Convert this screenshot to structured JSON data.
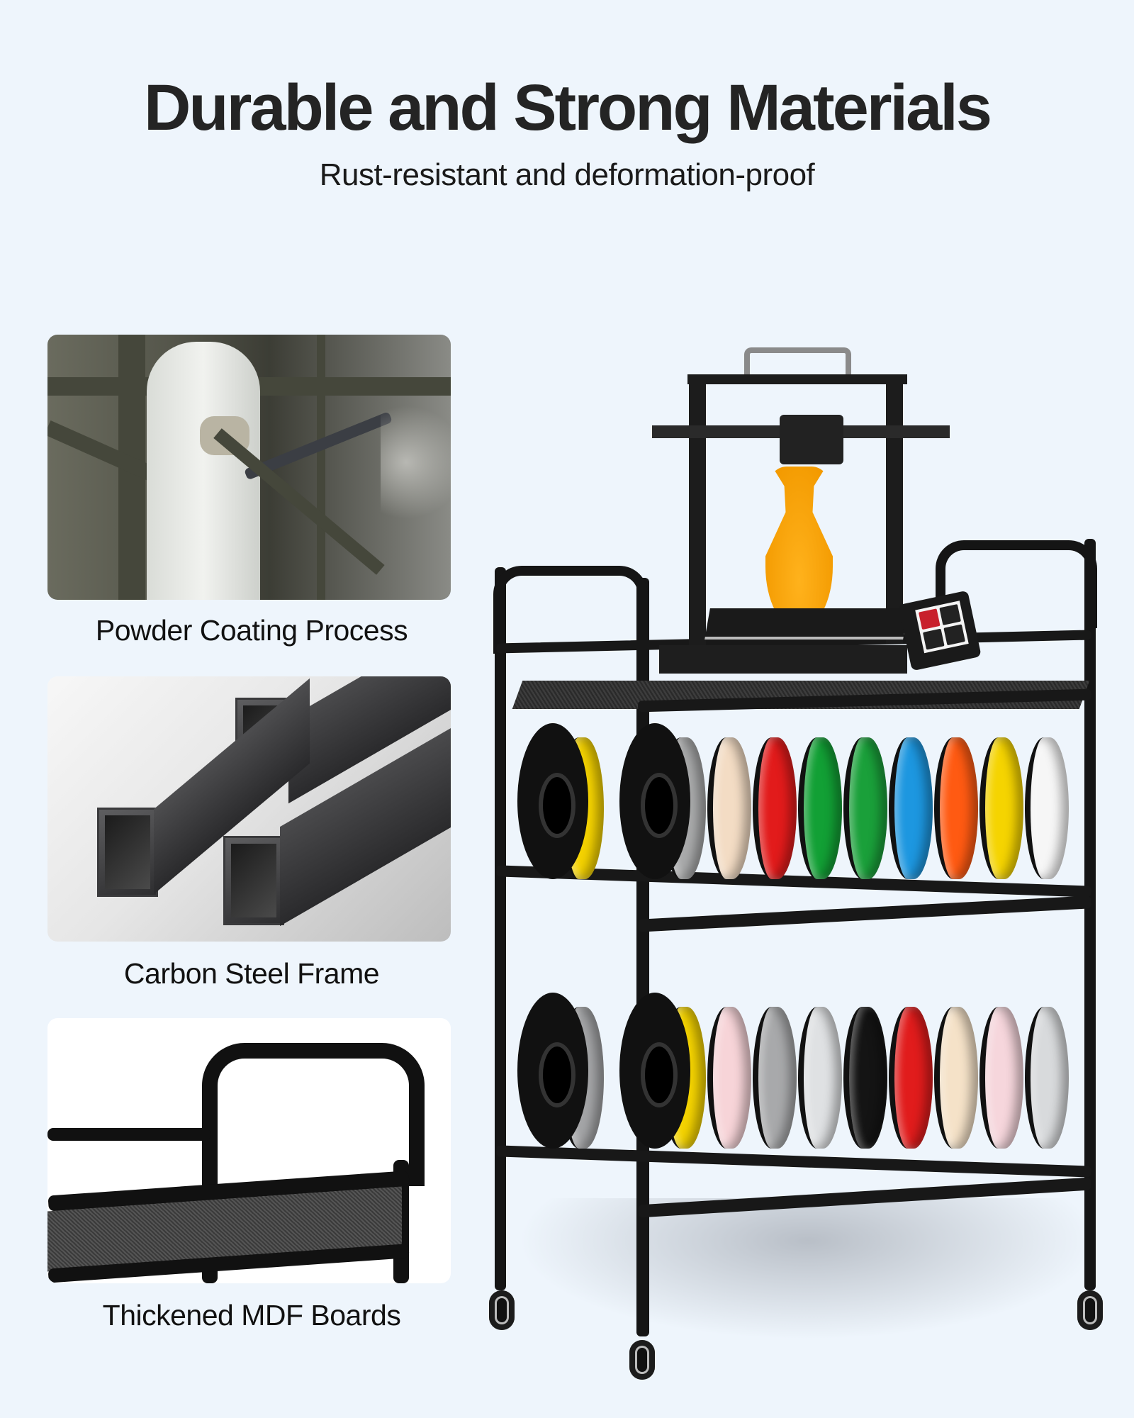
{
  "header": {
    "title": "Durable and Strong Materials",
    "subtitle": "Rust-resistant and deformation-proof"
  },
  "features": [
    {
      "caption": "Powder Coating Process",
      "image": "worker-spray-painting-steel-frame"
    },
    {
      "caption": "Carbon Steel Frame",
      "image": "square-steel-tubes-with-water-droplets"
    },
    {
      "caption": "Thickened MDF Boards",
      "image": "cart-shelf-corner-closeup"
    }
  ],
  "product": {
    "name": "3-tier rolling filament storage cart",
    "top_item": "3D printer printing orange vase",
    "upper_shelf_spools_back": [
      "pink",
      "gray",
      "silver",
      "black",
      "red",
      "beige",
      "pink",
      "silver"
    ],
    "upper_shelf_spools_front": [
      "yellow",
      "gray",
      "beige",
      "red",
      "green",
      "green",
      "blue",
      "orange",
      "yellow",
      "white"
    ],
    "lower_shelf_spools_back": [
      "gray",
      "beige",
      "red",
      "green",
      "green",
      "blue",
      "orange",
      "yellow",
      "white"
    ],
    "lower_shelf_spools_front": [
      "yellow",
      "pink",
      "gray",
      "silver",
      "black",
      "red",
      "beige",
      "pink",
      "silver"
    ],
    "wheels": 4
  },
  "colors": {
    "background": "#eef5fc",
    "title": "#242424",
    "frame": "#151515",
    "vase": "#f7a20c"
  }
}
